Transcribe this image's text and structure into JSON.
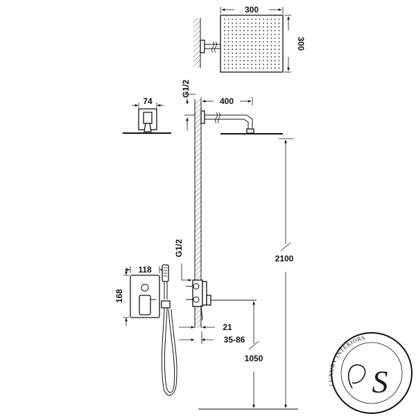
{
  "dimensions": {
    "head_width": "300",
    "head_depth": "300",
    "flange": "74",
    "connection_top": "G1/2",
    "arm_length": "400",
    "total_height": "2100",
    "connection_mixer": "G1/2",
    "plate_width": "118",
    "plate_height": "168",
    "wall_projection": "21",
    "install_depth": "35-86",
    "mixer_height": "1050"
  },
  "logo": {
    "text": "LUXURY INTERIORS",
    "monogram": "S"
  }
}
